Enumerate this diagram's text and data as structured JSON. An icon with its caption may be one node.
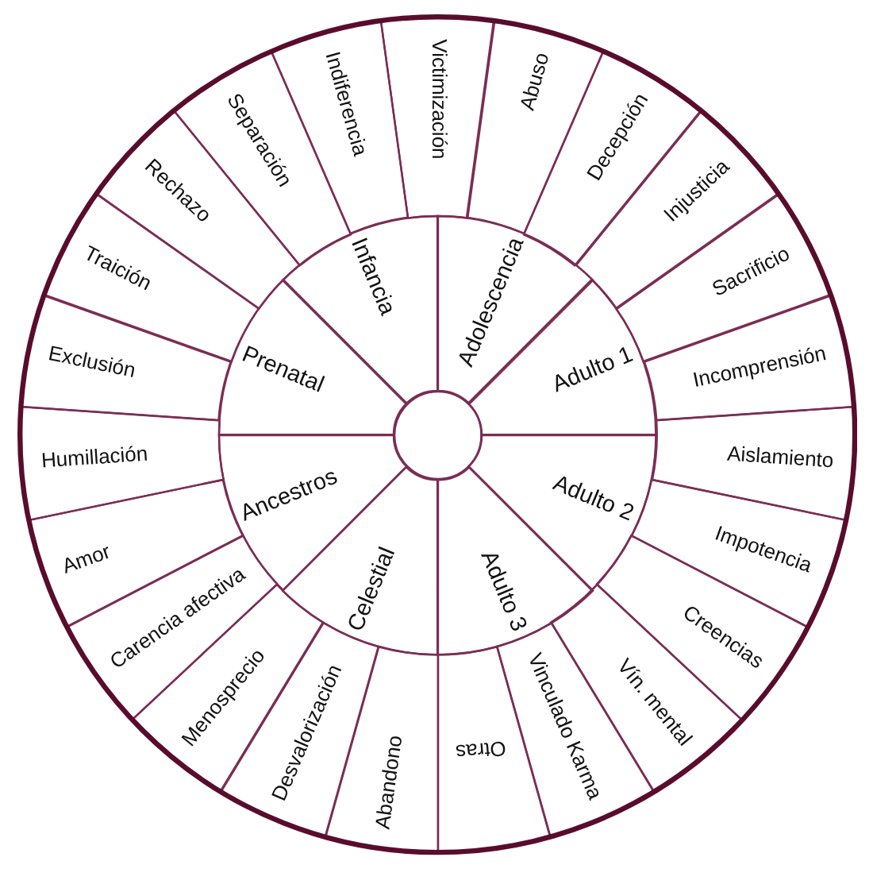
{
  "diagram": {
    "nodes": [
      {
        "text": [],
        "shape": "circle"
      },
      {
        "text": [
          "Infancia"
        ]
      },
      {
        "text": [
          "Adolescencia"
        ]
      },
      {
        "text": [
          "Adulto 1"
        ]
      },
      {
        "text": [
          "Adulto 2"
        ]
      },
      {
        "text": [
          "Adulto 3"
        ]
      },
      {
        "text": [
          "Celestial"
        ]
      },
      {
        "text": [
          "Ancestros"
        ]
      },
      {
        "text": [
          "Prenatal"
        ]
      },
      {
        "text": [
          "Victimización"
        ]
      },
      {
        "text": [
          "Abuso"
        ]
      },
      {
        "text": [
          "Decepción"
        ]
      },
      {
        "text": [
          "Injusticia"
        ]
      },
      {
        "text": [
          "Sacrificio"
        ]
      },
      {
        "text": [
          "Incomprensión"
        ]
      },
      {
        "text": [
          "Aislamiento"
        ]
      },
      {
        "text": [
          "Impotencia"
        ]
      },
      {
        "text": [
          "Creencias"
        ]
      },
      {
        "text": [
          "Vín. mental"
        ]
      },
      {
        "text": [
          "Vinculado Karma"
        ]
      },
      {
        "text": [
          "Otras"
        ]
      },
      {
        "text": [
          "Abandono"
        ]
      },
      {
        "text": [
          "Desvalorización"
        ]
      },
      {
        "text": [
          "Menosprecio"
        ]
      },
      {
        "text": [
          "Carencia afectiva"
        ]
      },
      {
        "text": [
          "Amor"
        ]
      },
      {
        "text": [
          "Humillación"
        ]
      },
      {
        "text": [
          "Exclusión"
        ]
      },
      {
        "text": [
          "Traición"
        ]
      },
      {
        "text": [
          "Rechazo"
        ]
      },
      {
        "text": [
          "Separación"
        ]
      },
      {
        "text": [
          "Indiferencia"
        ]
      }
    ]
  }
}
